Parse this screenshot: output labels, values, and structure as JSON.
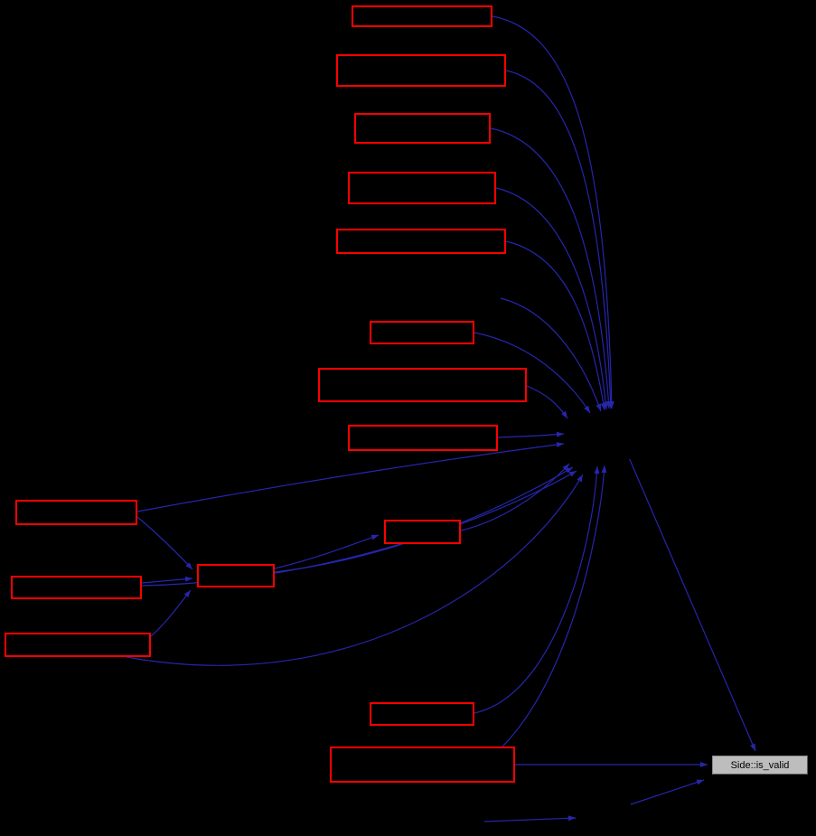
{
  "diagram": {
    "type": "call-graph",
    "background_color": "#000000",
    "edge_color": "#2626ad",
    "node_border_color": "#ff0000",
    "node_fill_color": "#000000",
    "highlight_fill_color": "#bdbdbd",
    "highlight_text_color": "#000000",
    "nodes": [
      {
        "id": "top-1",
        "label": ""
      },
      {
        "id": "top-2",
        "label": ""
      },
      {
        "id": "top-3",
        "label": ""
      },
      {
        "id": "top-4",
        "label": ""
      },
      {
        "id": "top-5",
        "label": ""
      },
      {
        "id": "mid-small",
        "label": ""
      },
      {
        "id": "mid-wide",
        "label": ""
      },
      {
        "id": "mid-3",
        "label": ""
      },
      {
        "id": "left-1",
        "label": ""
      },
      {
        "id": "center-small",
        "label": ""
      },
      {
        "id": "left-2",
        "label": ""
      },
      {
        "id": "hub-small",
        "label": ""
      },
      {
        "id": "left-3",
        "label": ""
      },
      {
        "id": "low-small",
        "label": ""
      },
      {
        "id": "low-wide",
        "label": ""
      },
      {
        "id": "side-is-valid",
        "label": "Side::is_valid"
      }
    ]
  }
}
